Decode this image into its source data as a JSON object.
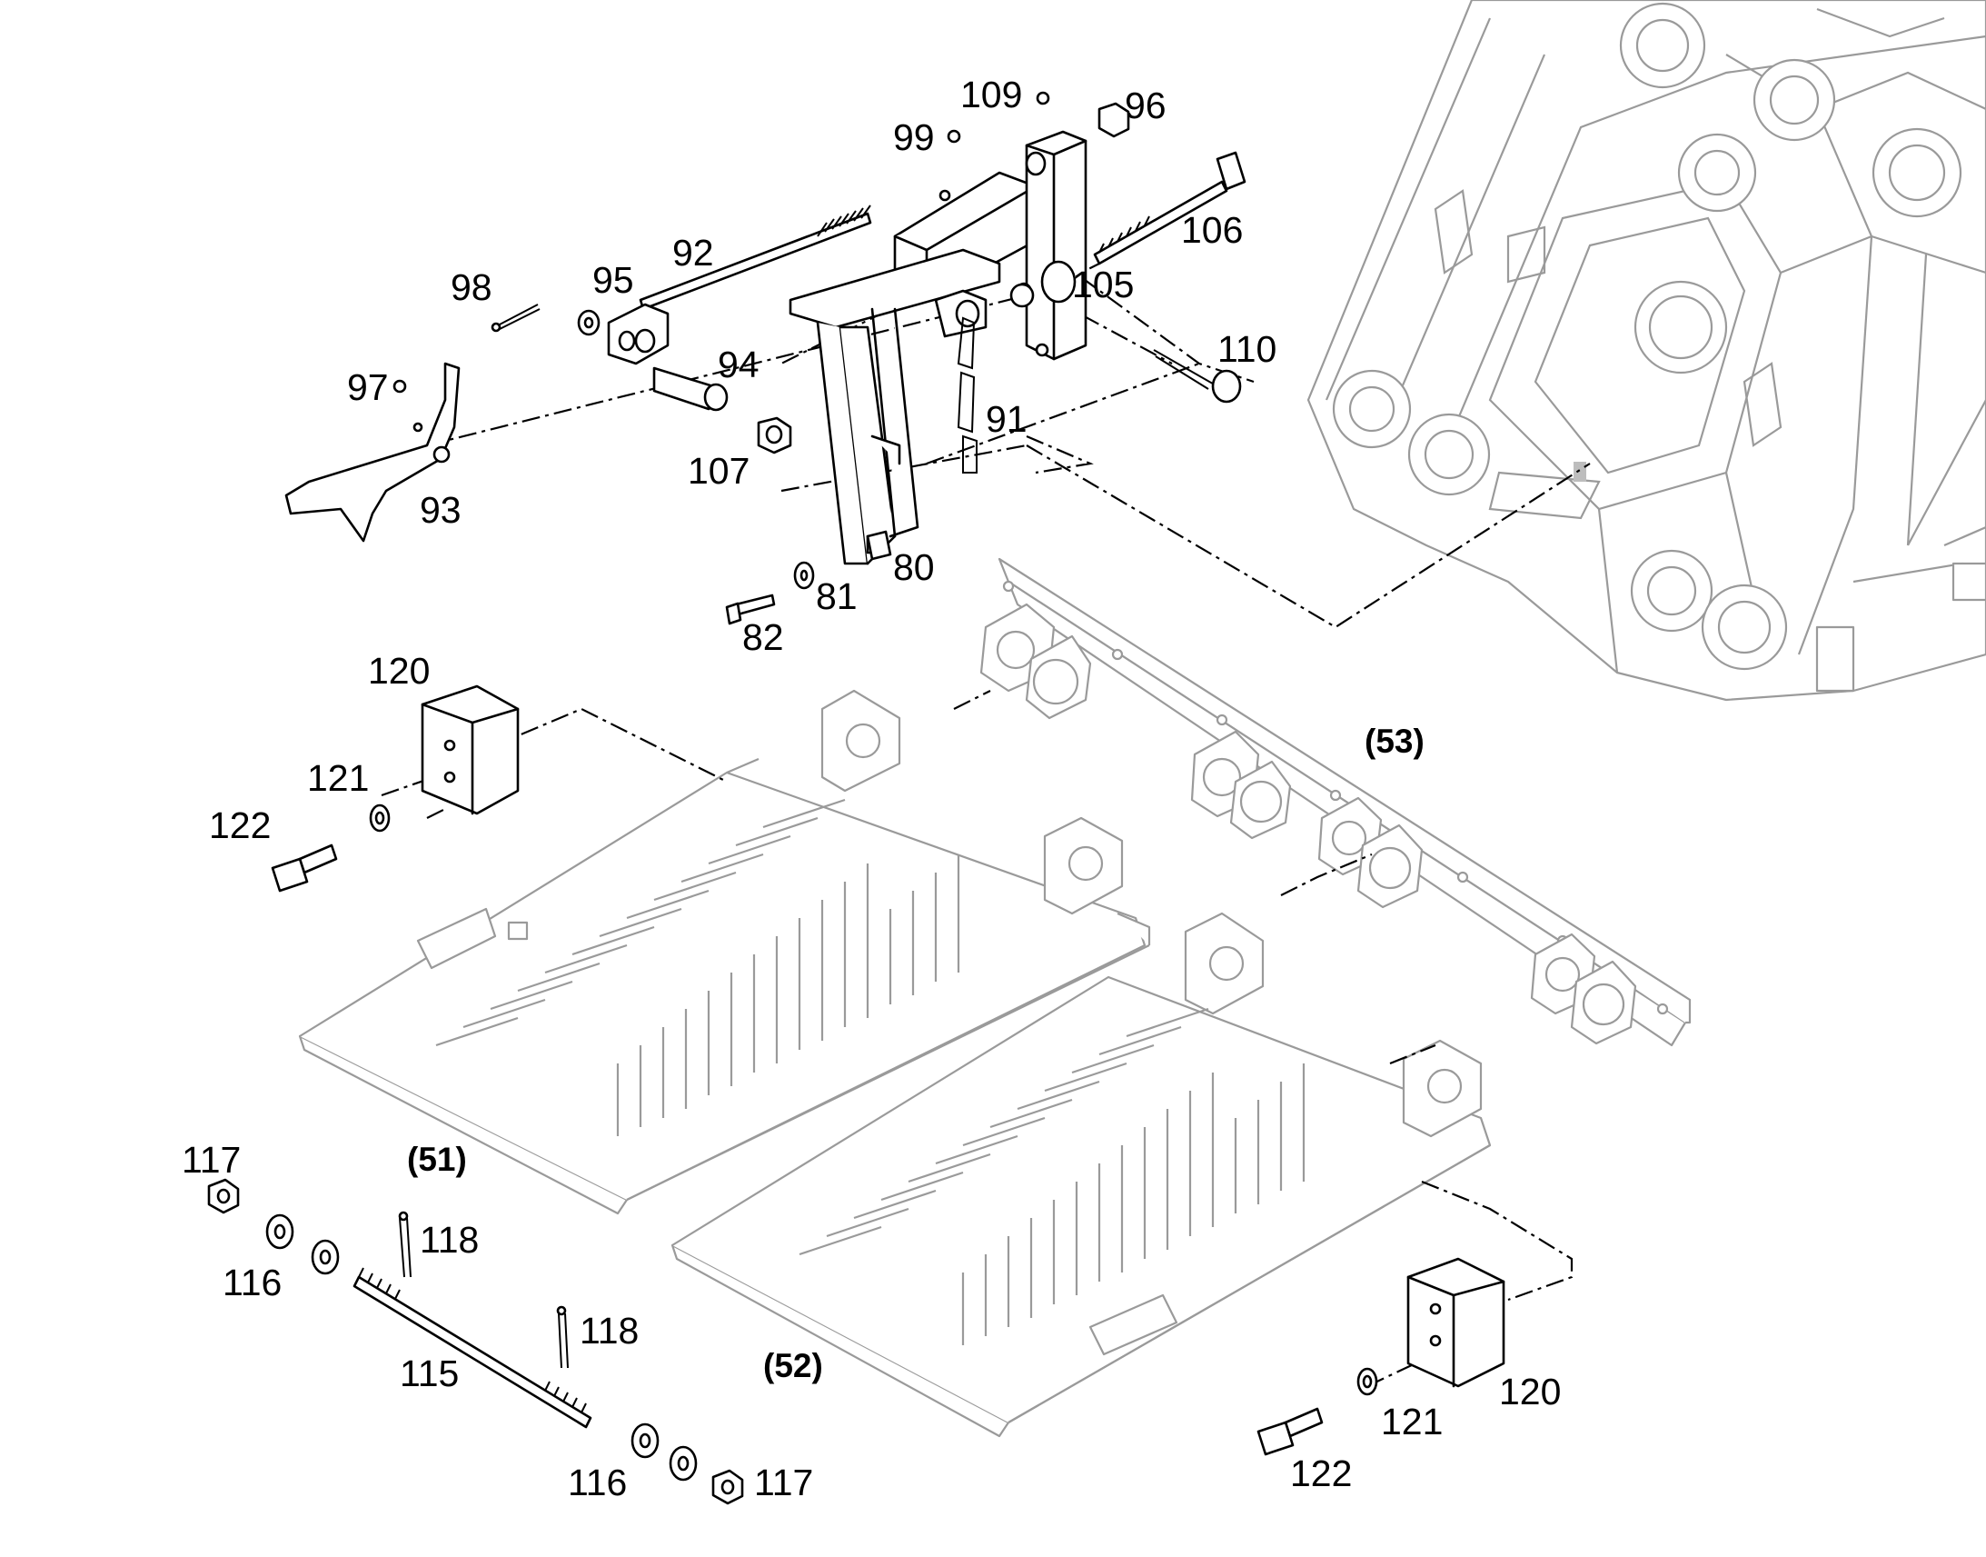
{
  "figure": {
    "callouts": {
      "p80": "80",
      "p81": "81",
      "p82": "82",
      "p91": "91",
      "p92": "92",
      "p93": "93",
      "p94": "94",
      "p95": "95",
      "p96": "96",
      "p97": "97",
      "p98": "98",
      "p99": "99",
      "p105": "105",
      "p106": "106",
      "p107": "107",
      "p109": "109",
      "p110": "110",
      "p115": "115",
      "p116a": "116",
      "p116b": "116",
      "p117a": "117",
      "p117b": "117",
      "p118a": "118",
      "p118b": "118",
      "p120a": "120",
      "p120b": "120",
      "p121a": "121",
      "p121b": "121",
      "p122a": "122",
      "p122b": "122"
    },
    "assemblies": {
      "a51": "(51)",
      "a52": "(52)",
      "a53": "(53)"
    },
    "colors": {
      "line": "#000000",
      "ghost": "#9a9a9a",
      "background": "#ffffff"
    }
  }
}
